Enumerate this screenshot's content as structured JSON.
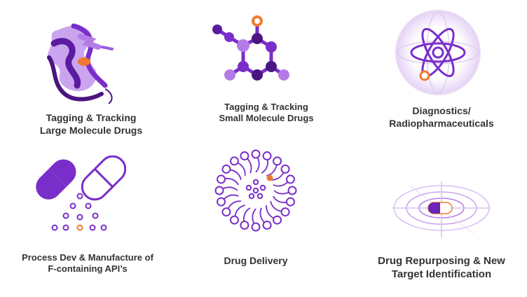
{
  "colors": {
    "purple_dark": "#4a1580",
    "purple": "#7a2ec9",
    "purple_light": "#b47be6",
    "orange": "#f07a30",
    "text": "#333333"
  },
  "items": [
    {
      "icon": "protein-ribbon-icon",
      "line1": "Tagging & Tracking",
      "line2": "Large Molecule Drugs"
    },
    {
      "icon": "small-molecule-icon",
      "line1": "Tagging & Tracking",
      "line2": "Small Molecule Drugs"
    },
    {
      "icon": "atom-icon",
      "line1": "Diagnostics/",
      "line2": "Radiopharmaceuticals"
    },
    {
      "icon": "capsule-particles-icon",
      "line1": "Process Dev & Manufacture of",
      "line2": "F-containing API’s"
    },
    {
      "icon": "micelle-icon",
      "line1": "Drug Delivery",
      "line2": ""
    },
    {
      "icon": "capsule-target-icon",
      "line1": "Drug Repurposing & New",
      "line2": "Target Identification"
    }
  ]
}
